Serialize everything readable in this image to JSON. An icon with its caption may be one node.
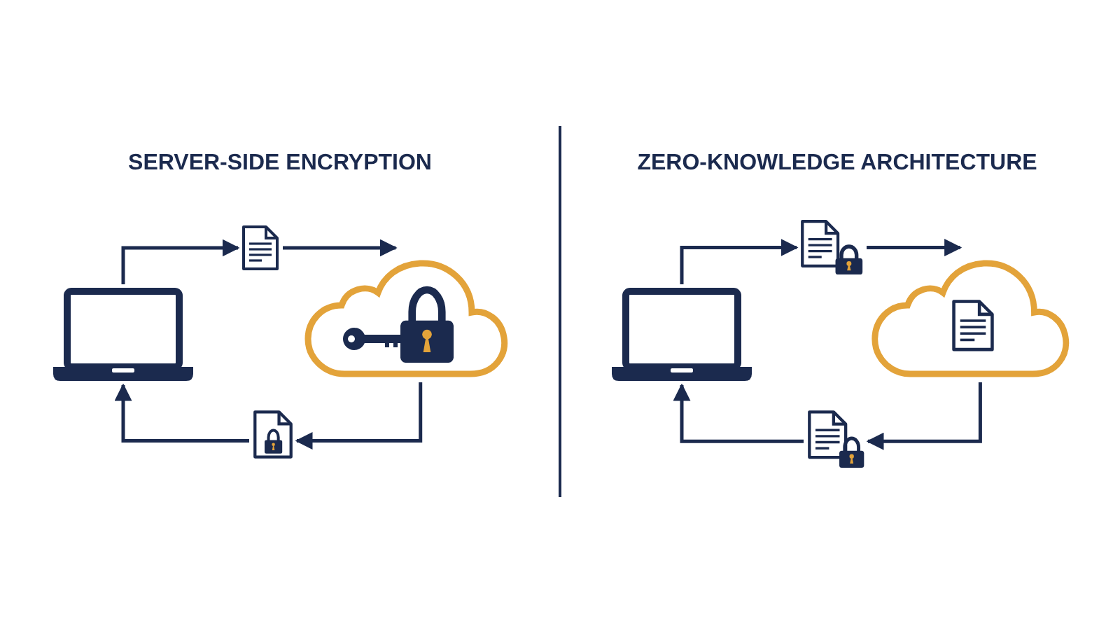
{
  "diagram": {
    "nodes": [
      {
        "text": [],
        "shape": "laptop"
      },
      {
        "text": [],
        "shape": "document"
      },
      {
        "text": [],
        "shape": "cloud"
      },
      {
        "text": [],
        "shape": "padlock",
        "in": 2
      },
      {
        "text": [],
        "shape": "locked-document"
      },
      {
        "text": [],
        "shape": "laptop"
      },
      {
        "text": [],
        "shape": "locked-document"
      },
      {
        "text": [],
        "shape": "cloud"
      },
      {
        "text": [],
        "shape": "document",
        "in": 7
      },
      {
        "text": [],
        "shape": "locked-document"
      }
    ],
    "edges": [
      {
        "from": 0,
        "to": 1,
        "arrow": "to"
      },
      {
        "from": 1,
        "to": 2,
        "arrow": "to"
      },
      {
        "from": 2,
        "to": 4,
        "arrow": "to"
      },
      {
        "from": 4,
        "to": 0,
        "arrow": "to"
      },
      {
        "from": 5,
        "to": 6,
        "arrow": "to"
      },
      {
        "from": 6,
        "to": 7,
        "arrow": "to"
      },
      {
        "from": 7,
        "to": 9,
        "arrow": "to"
      },
      {
        "from": 9,
        "to": 5,
        "arrow": "to"
      }
    ],
    "labels": [
      "SERVER-SIDE ENCRYPTION",
      "ZERO-KNOWLEDGE ARCHITECTURE"
    ]
  }
}
